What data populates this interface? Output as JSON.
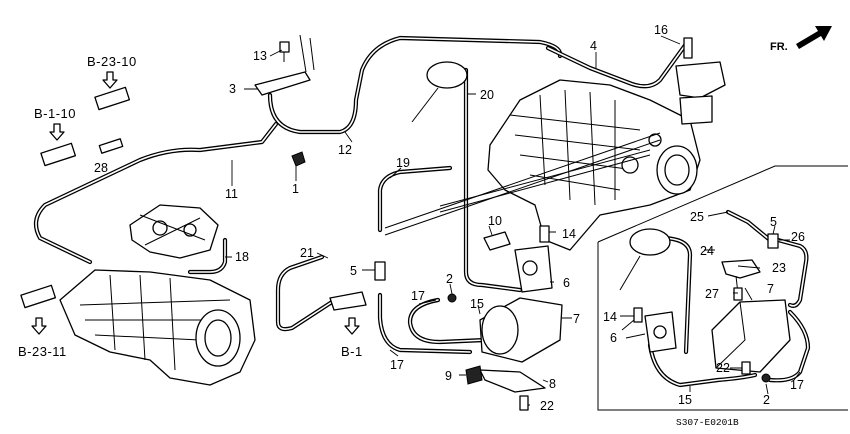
{
  "callouts": [
    {
      "id": "p1",
      "label": "1"
    },
    {
      "id": "p2",
      "label": "2"
    },
    {
      "id": "p3",
      "label": "3"
    },
    {
      "id": "p4",
      "label": "4"
    },
    {
      "id": "p5",
      "label": "5"
    },
    {
      "id": "p6",
      "label": "6"
    },
    {
      "id": "p7",
      "label": "7"
    },
    {
      "id": "p8",
      "label": "8"
    },
    {
      "id": "p9",
      "label": "9"
    },
    {
      "id": "p10",
      "label": "10"
    },
    {
      "id": "p11",
      "label": "11"
    },
    {
      "id": "p12",
      "label": "12"
    },
    {
      "id": "p13",
      "label": "13"
    },
    {
      "id": "p14",
      "label": "14"
    },
    {
      "id": "p15",
      "label": "15"
    },
    {
      "id": "p16",
      "label": "16"
    },
    {
      "id": "p17",
      "label": "17"
    },
    {
      "id": "p18",
      "label": "18"
    },
    {
      "id": "p19",
      "label": "19"
    },
    {
      "id": "p20",
      "label": "20"
    },
    {
      "id": "p21",
      "label": "21"
    },
    {
      "id": "p22",
      "label": "22"
    },
    {
      "id": "p23",
      "label": "23"
    },
    {
      "id": "p24",
      "label": "24"
    },
    {
      "id": "p25",
      "label": "25"
    },
    {
      "id": "p26",
      "label": "26"
    },
    {
      "id": "p27",
      "label": "27"
    },
    {
      "id": "p28",
      "label": "28"
    }
  ],
  "refs": {
    "b23_10": "B-23-10",
    "b1_10": "B-1-10",
    "b23_11": "B-23-11",
    "b1": "B-1"
  },
  "direction_label": "FR.",
  "diagram_code": "S307-E0201B"
}
